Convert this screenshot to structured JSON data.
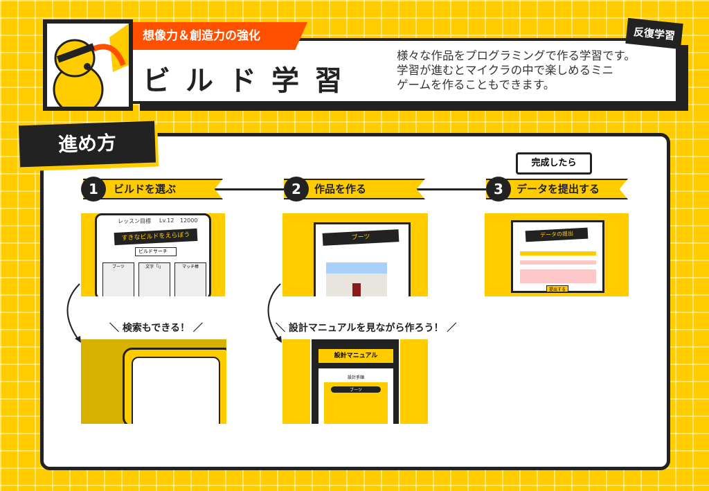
{
  "header": {
    "category": "想像力＆創造力の強化",
    "title": "ビルド学習",
    "tag": "反復学習",
    "description": [
      "様々な作品をプログラミングで作る学習です。",
      "学習が進むとマイクラの中で楽しめるミニ",
      "ゲームを作ることもできます。"
    ]
  },
  "section": {
    "title": "進め方"
  },
  "steps": [
    {
      "number": "1",
      "label": "ビルドを選ぶ"
    },
    {
      "number": "2",
      "label": "作品を作る"
    },
    {
      "number": "3",
      "label": "データを提出する"
    }
  ],
  "bubble": "完成したら",
  "captions": {
    "search": "＼ 検索もできる！ ／",
    "manual": "＼ 設計マニュアルを見ながら作ろう！ ／"
  },
  "shots": {
    "select": {
      "heading": "すきなビルドをえらぼう",
      "search": "ビルドサーチ",
      "lesson": "レッスン目標",
      "level": "Lv.12",
      "coins": "12000",
      "items": [
        "ブーツ",
        "文字「i」",
        "マッチ棒"
      ]
    },
    "build": {
      "heading": "ブーツ"
    },
    "submit": {
      "heading": "データの提出",
      "button": "提出する"
    },
    "manual": {
      "heading": "設計マニュアル",
      "sub": "設計手順",
      "item": "ブーツ"
    }
  }
}
